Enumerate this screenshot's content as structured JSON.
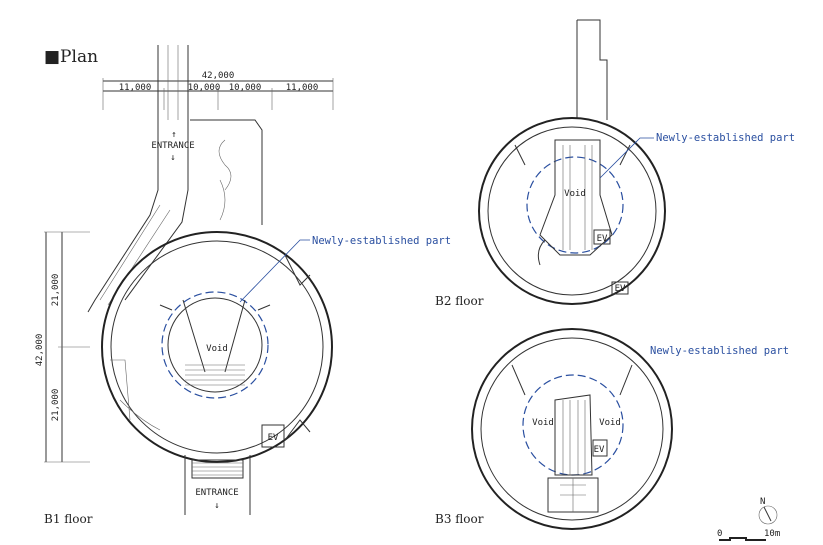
{
  "title": "■Plan",
  "dimensions": {
    "total_h": "42,000",
    "segments_h": [
      "11,000",
      "10,000",
      "10,000",
      "11,000"
    ],
    "total_v": "42,000",
    "segments_v": [
      "21,000",
      "21,000"
    ]
  },
  "floors": {
    "b1": {
      "label": "B1 floor",
      "void": "Void",
      "ev": "EV",
      "entrance_top": "ENTRANCE",
      "entrance_bottom": "ENTRANCE",
      "new_part": "Newly-established part"
    },
    "b2": {
      "label": "B2 floor",
      "void": "Void",
      "ev1": "EV",
      "ev2": "EV",
      "new_part": "Newly-established part"
    },
    "b3": {
      "label": "B3 floor",
      "void1": "Void",
      "void2": "Void",
      "ev": "EV",
      "new_part": "Newly-established part"
    }
  },
  "legend": {
    "north": "N",
    "scale_start": "0",
    "scale_end": "10m"
  }
}
